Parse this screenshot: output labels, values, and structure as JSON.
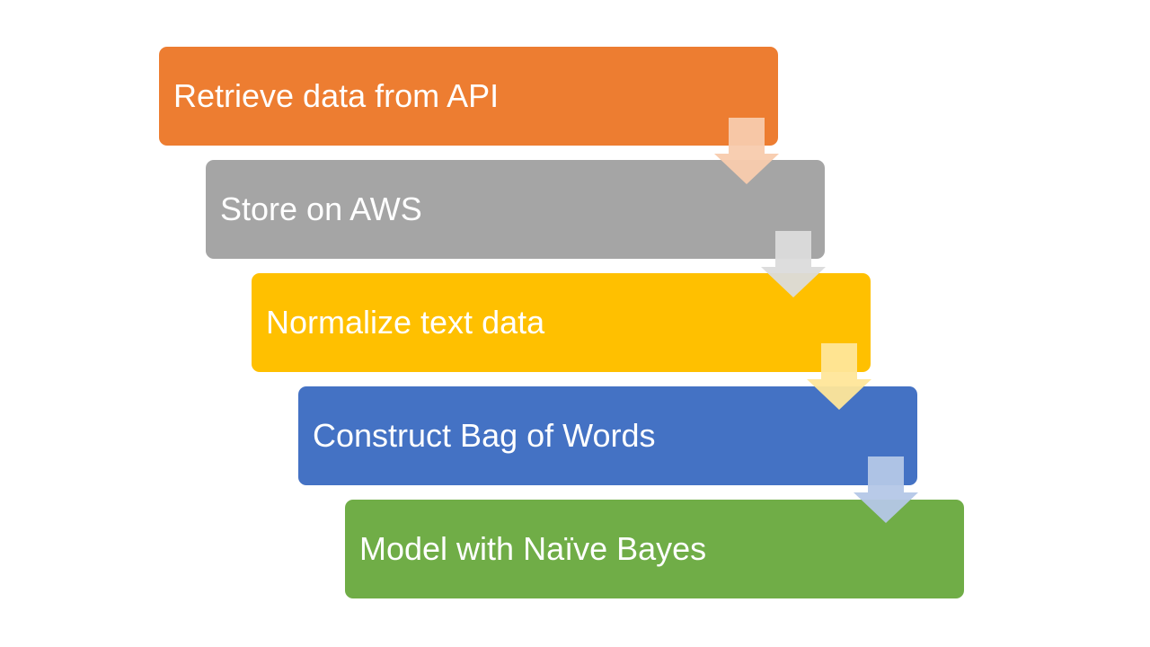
{
  "steps": [
    {
      "label": "Retrieve data from API",
      "color": "#ED7D31"
    },
    {
      "label": "Store on AWS",
      "color": "#A5A5A5"
    },
    {
      "label": "Normalize text data",
      "color": "#FFC000"
    },
    {
      "label": "Construct Bag of Words",
      "color": "#4472C4"
    },
    {
      "label": "Model with Naïve Bayes",
      "color": "#70AD47"
    }
  ],
  "arrows": [
    {
      "color": "#F8CBAD",
      "icon": "arrow-down-icon"
    },
    {
      "color": "#DBDBDB",
      "icon": "arrow-down-icon"
    },
    {
      "color": "#FFE699",
      "icon": "arrow-down-icon"
    },
    {
      "color": "#B4C7E7",
      "icon": "arrow-down-icon"
    }
  ]
}
